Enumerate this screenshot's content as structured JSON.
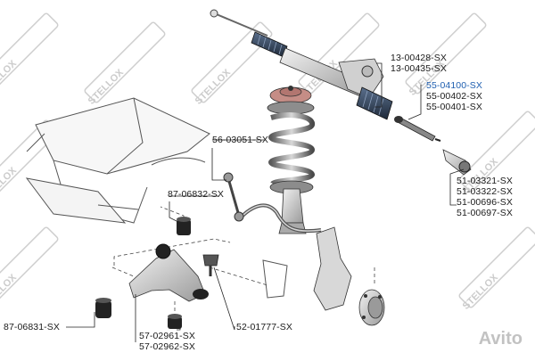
{
  "watermark": {
    "brand": "STELLOX"
  },
  "avito_mark": "Avito",
  "parts": {
    "rack_1": "13-00428-SX",
    "rack_2": "13-00435-SX",
    "tie_rod_1": "55-04100-SX",
    "tie_rod_2": "55-00402-SX",
    "tie_rod_3": "55-00401-SX",
    "stabilizer_link": "56-03051-SX",
    "bushing_87_06832": "87-06832-SX",
    "tie_end_1": "51-03321-SX",
    "tie_end_2": "51-03322-SX",
    "tie_end_3": "51-00696-SX",
    "tie_end_4": "51-00697-SX",
    "bushing_87_06831": "87-06831-SX",
    "arm_1": "57-02961-SX",
    "arm_2": "57-02962-SX",
    "ball_joint": "52-01777-SX"
  },
  "colors": {
    "highlight": "#1f5fb0",
    "line": "#222222",
    "watermark": "#c8c8c8"
  }
}
